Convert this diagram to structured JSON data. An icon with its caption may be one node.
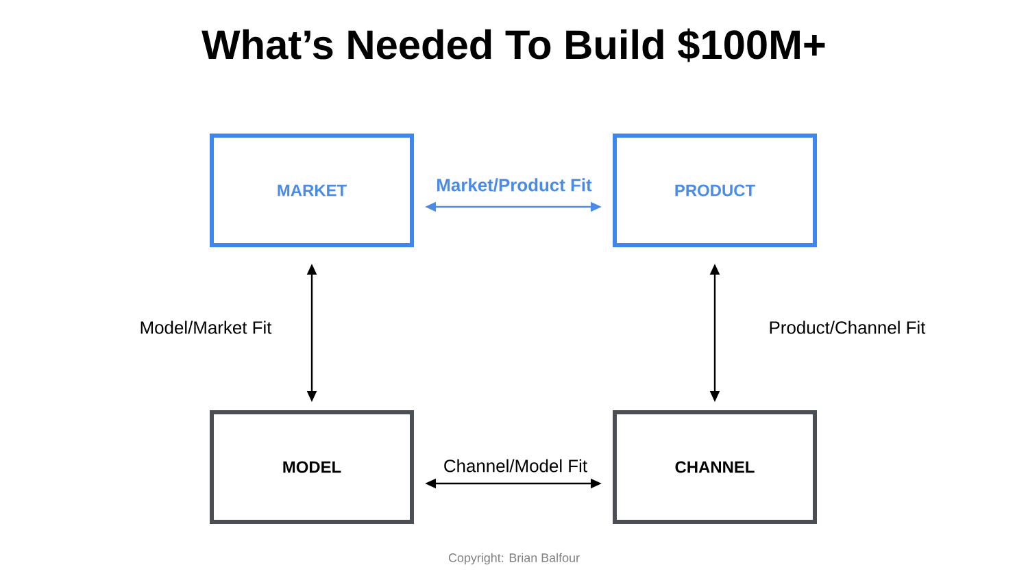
{
  "diagram": {
    "title": "What’s Needed To Build $100M+",
    "nodes": [
      {
        "text": [
          "MARKET"
        ]
      },
      {
        "text": [
          "PRODUCT"
        ]
      },
      {
        "text": [
          "MODEL"
        ]
      },
      {
        "text": [
          "CHANNEL"
        ]
      }
    ],
    "edges": [
      {
        "from": 0,
        "to": 1,
        "arrow": "both",
        "label": "Market/Product Fit",
        "color": "#4a8ae8"
      },
      {
        "from": 0,
        "to": 2,
        "arrow": "both",
        "label": "Model/Market Fit"
      },
      {
        "from": 1,
        "to": 3,
        "arrow": "both",
        "label": "Product/Channel Fit"
      },
      {
        "from": 2,
        "to": 3,
        "arrow": "both",
        "label": "Channel/Model Fit"
      }
    ],
    "caption": "Copyright:  Brian Balfour"
  }
}
